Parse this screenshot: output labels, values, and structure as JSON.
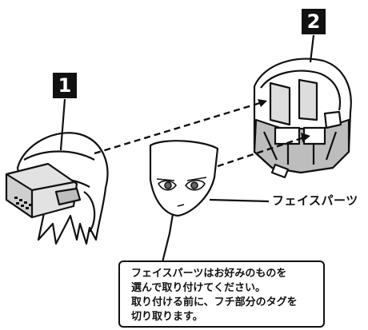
{
  "labels": {
    "part1": "1",
    "part2": "2",
    "face_parts": "フェイスパーツ"
  },
  "instructions": {
    "lines": [
      "フェイスパーツはお好みのものを",
      "選んで取り付けてください。",
      "取り付ける前に、フチ部分のタグを",
      "切り取ります。"
    ]
  },
  "colors": {
    "ink": "#111111",
    "paper": "#ffffff",
    "shade": "#bdbdbd"
  }
}
